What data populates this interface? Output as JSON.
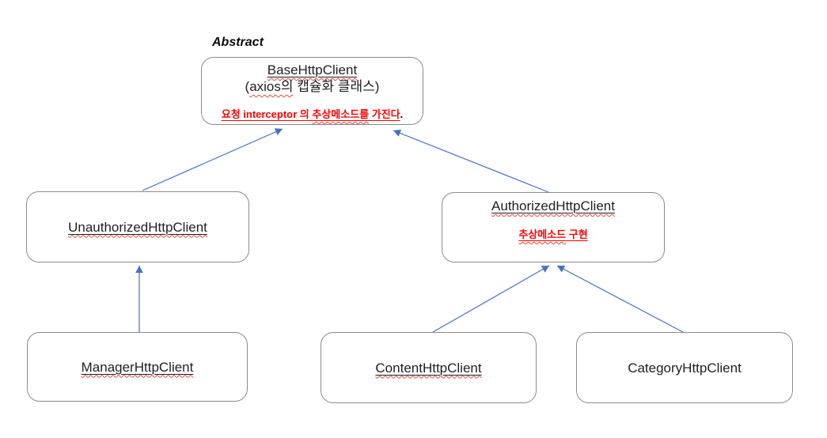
{
  "diagram": {
    "type": "class-inheritance-diagram",
    "stereotype_label": "Abstract",
    "colors": {
      "arrow": "#4472C4",
      "box_border": "#8B8B8B",
      "annotation": "#FF0000",
      "text": "#1F1F1F"
    },
    "nodes": {
      "base": {
        "title": "BaseHttpClient",
        "subtitle_prefix": "(",
        "subtitle_wavy": "axios의",
        "subtitle_suffix": " 캡슐화 클래스)",
        "note_prefix": "요청 interceptor 의 ",
        "note_wavy": "추상메소드를",
        "note_suffix": " 가진다",
        "note_period": "."
      },
      "unauthorized": {
        "title": "UnauthorizedHttpClient"
      },
      "authorized": {
        "title": "AuthorizedHttpClient",
        "note_wavy": "추상메소드",
        "note_suffix": " 구현"
      },
      "manager": {
        "title": "ManagerHttpClient"
      },
      "content": {
        "title": "ContentHttpClient"
      },
      "category": {
        "title": "CategoryHttpClient"
      }
    },
    "edges": [
      {
        "from": "UnauthorizedHttpClient",
        "to": "BaseHttpClient"
      },
      {
        "from": "AuthorizedHttpClient",
        "to": "BaseHttpClient"
      },
      {
        "from": "ManagerHttpClient",
        "to": "UnauthorizedHttpClient"
      },
      {
        "from": "ContentHttpClient",
        "to": "AuthorizedHttpClient"
      },
      {
        "from": "CategoryHttpClient",
        "to": "AuthorizedHttpClient"
      }
    ]
  }
}
